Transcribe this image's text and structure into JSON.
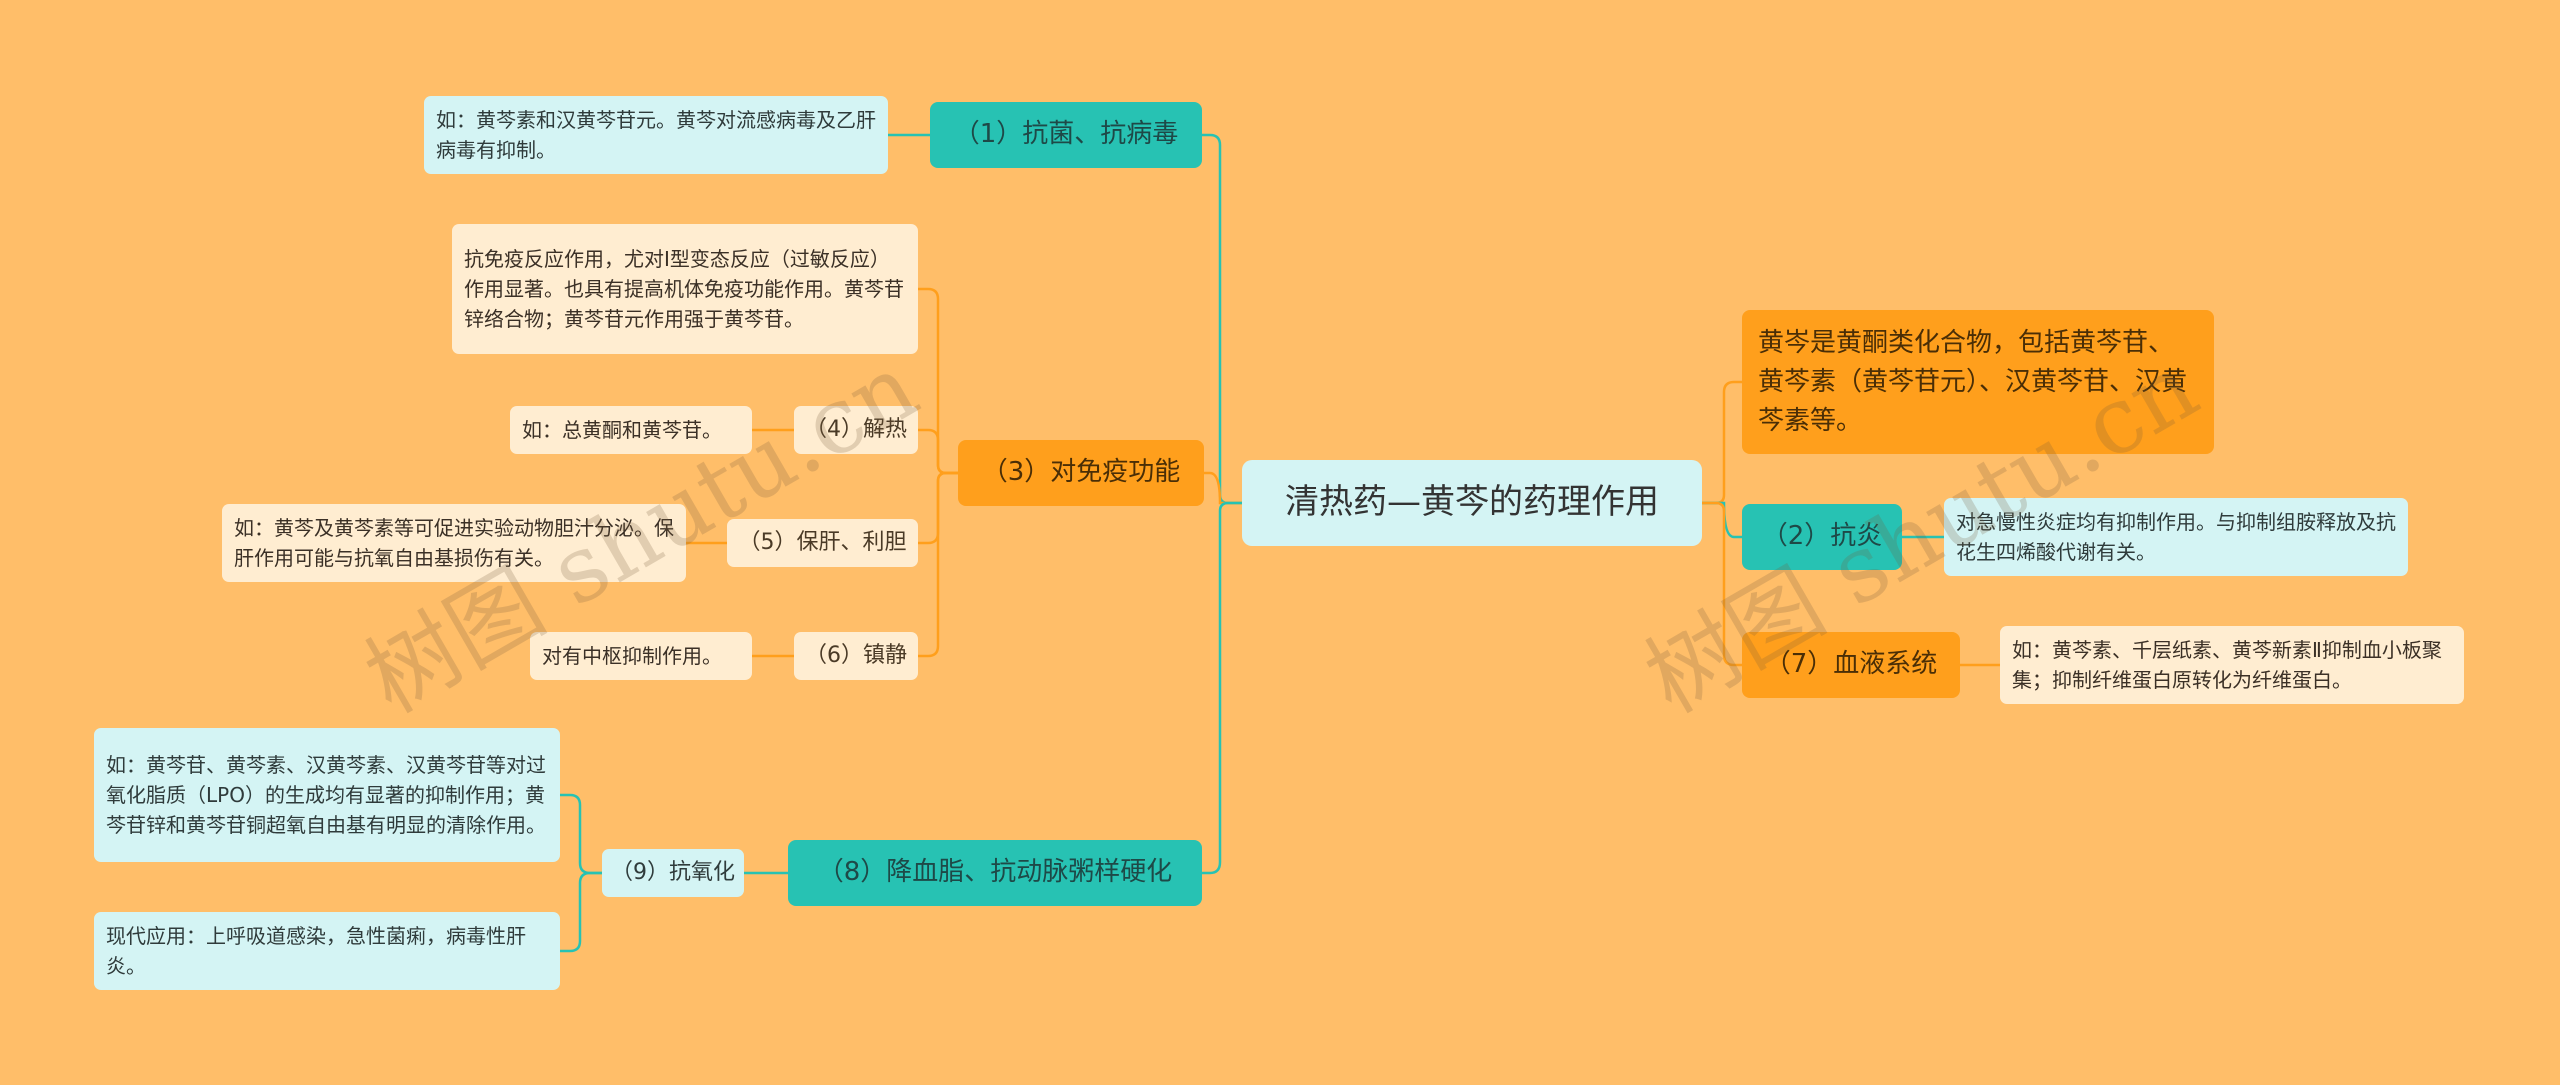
{
  "watermark": "树图 shutu.cn",
  "colors": {
    "background": "#FFBE69",
    "teal": "#27C2B3",
    "orange": "#FF9F1C",
    "cream": "#FFEDD1",
    "cyan": "#D4F4F4"
  },
  "root": "清热药—黄芩的药理作用",
  "left": {
    "b1": {
      "label": "（1）抗菌、抗病毒",
      "note": "如：黄芩素和汉黄芩苷元。黄芩对流感病毒及乙肝病毒有抑制。"
    },
    "b3": {
      "label": "（3）对免疫功能",
      "note": "抗免疫反应作用，尤对I型变态反应（过敏反应）作用显著。也具有提高机体免疫功能作用。黄芩苷锌络合物；黄芩苷元作用强于黄芩苷。",
      "s4": {
        "label": "（4）解热",
        "note": "如：总黄酮和黄芩苷。"
      },
      "s5": {
        "label": "（5）保肝、利胆",
        "note": "如：黄芩及黄芩素等可促进实验动物胆汁分泌。保肝作用可能与抗氧自由基损伤有关。"
      },
      "s6": {
        "label": "（6）镇静",
        "note": "对有中枢抑制作用。"
      }
    },
    "b8": {
      "label": "（8）降血脂、抗动脉粥样硬化",
      "s9": {
        "label": "（9）抗氧化",
        "note1": "如：黄芩苷、黄芩素、汉黄芩素、汉黄芩苷等对过氧化脂质（LPO）的生成均有显著的抑制作用；黄芩苷锌和黄芩苷铜超氧自由基有明显的清除作用。",
        "note2": "现代应用：上呼吸道感染，急性菌痢，病毒性肝炎。"
      }
    }
  },
  "right": {
    "intro": "黄岑是黄酮类化合物，包括黄芩苷、黄芩素（黄芩苷元）、汉黄芩苷、汉黄芩素等。",
    "b2": {
      "label": "（2）抗炎",
      "note": "对急慢性炎症均有抑制作用。与抑制组胺释放及抗花生四烯酸代谢有关。"
    },
    "b7": {
      "label": "（7）血液系统",
      "note": "如：黄芩素、千层纸素、黄芩新素Ⅱ抑制血小板聚集；抑制纤维蛋白原转化为纤维蛋白。"
    }
  }
}
